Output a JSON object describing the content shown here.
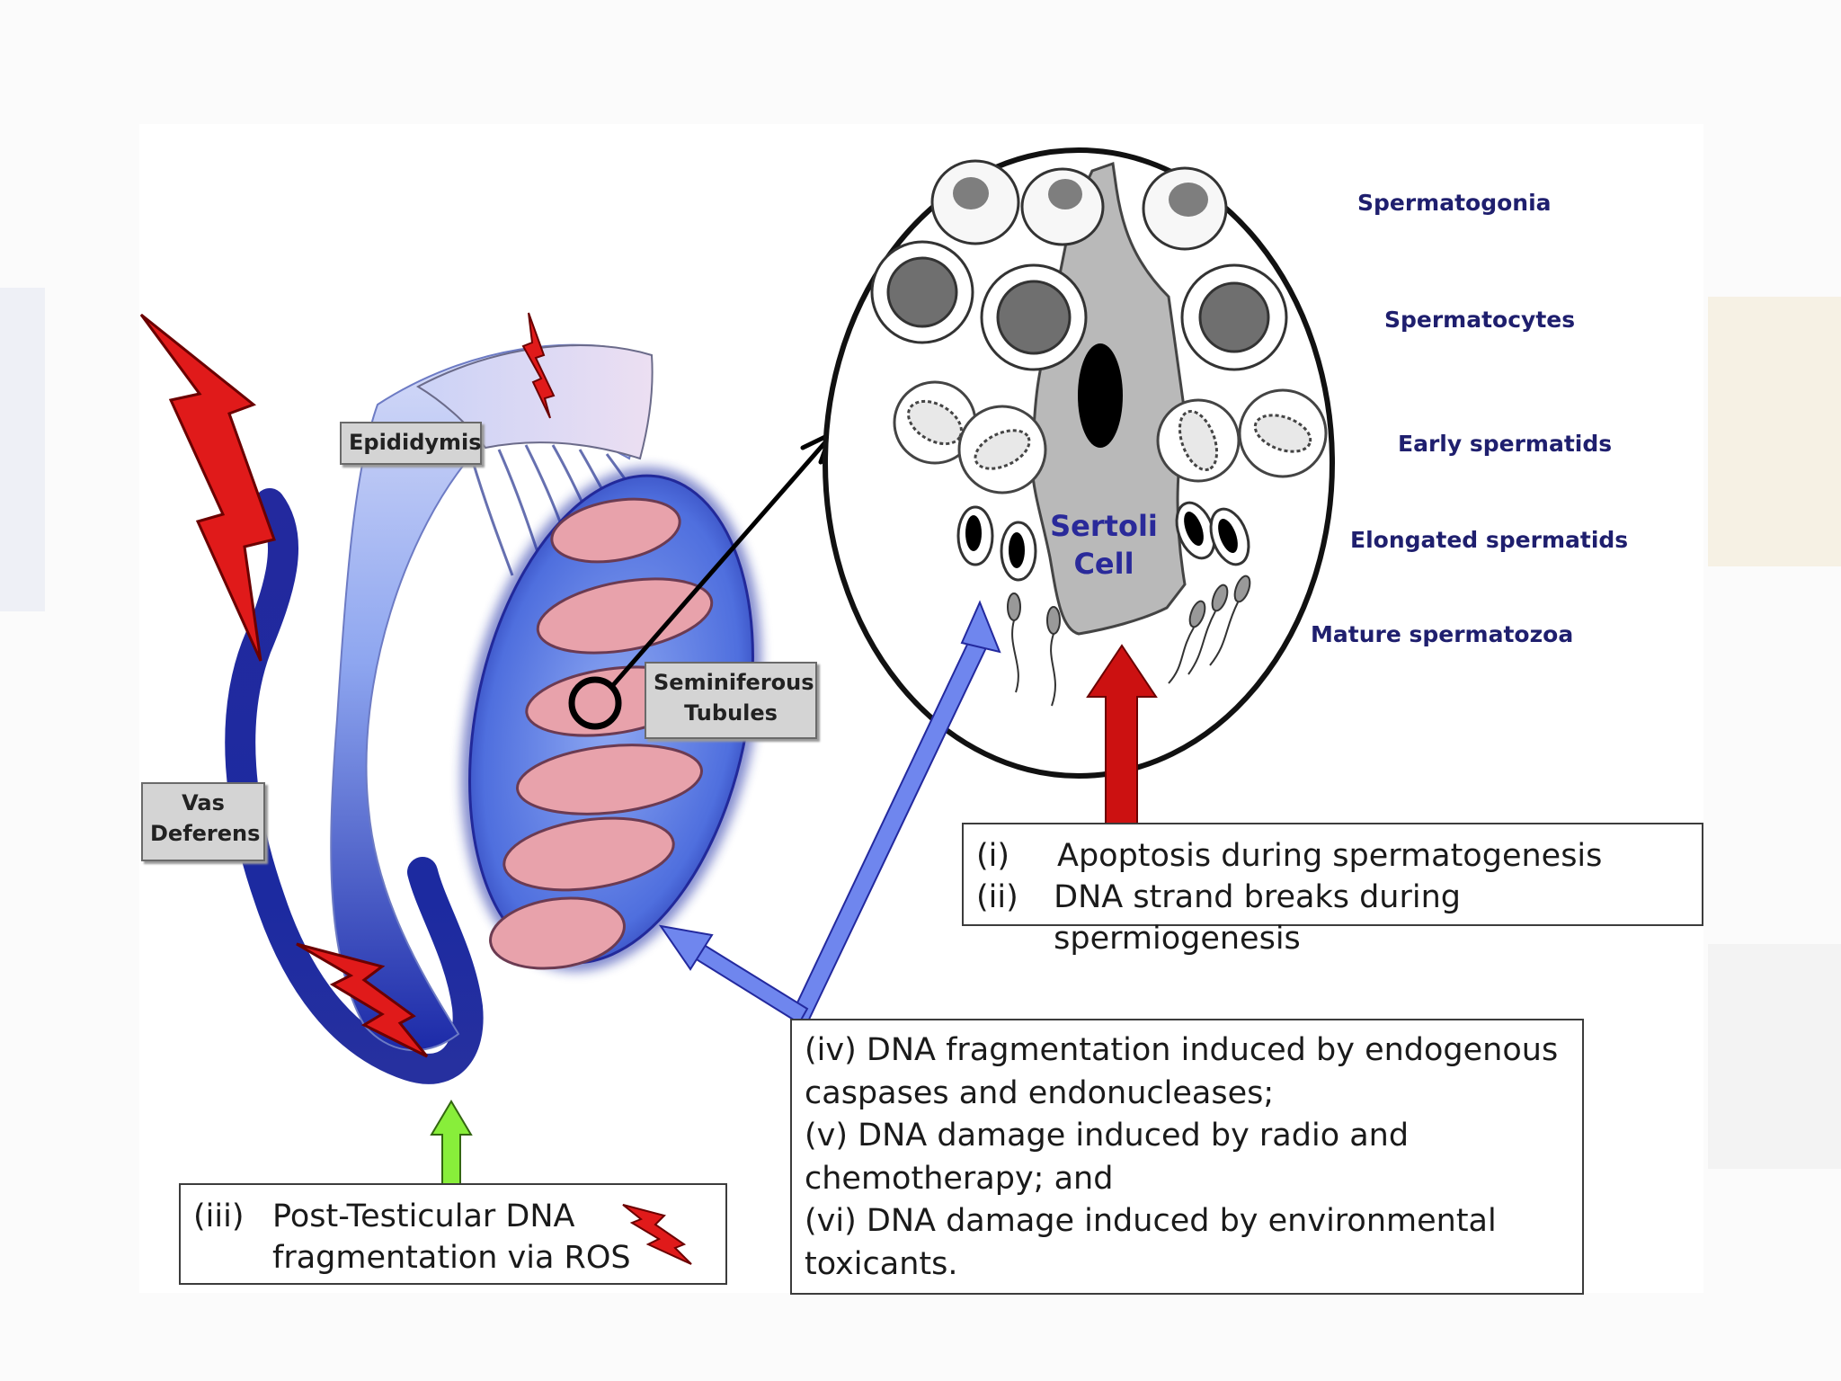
{
  "labels": {
    "epididymis": "Epididymis",
    "vas_deferens": [
      "Vas",
      "Deferens"
    ],
    "seminiferous_tubules": [
      "Seminiferous",
      "Tubules"
    ],
    "sertoli_cell": [
      "Sertoli",
      "Cell"
    ]
  },
  "cell_stages": [
    "Spermatogonia",
    "Spermatocytes",
    "Early spermatids",
    "Elongated spermatids",
    "Mature spermatozoa"
  ],
  "box_top_right": [
    {
      "num": "(i)",
      "text": "Apoptosis during spermatogenesis"
    },
    {
      "num": "(ii)",
      "text": "DNA strand breaks during spermiogenesis"
    }
  ],
  "box_bottom_left": {
    "num": "(iii)",
    "lines": [
      "Post-Testicular DNA",
      "fragmentation  via ROS"
    ]
  },
  "box_bottom_middle": [
    "(iv) DNA fragmentation induced by endogenous",
    "caspases and endonucleases;",
    "(v) DNA damage induced by radio and",
    "chemotherapy; and",
    "(vi) DNA damage induced by environmental",
    "toxicants."
  ],
  "colors": {
    "blue_dark": "#1c2aa0",
    "blue_light": "#c9d6f7",
    "tubule_pink": "#e8a2ab",
    "bolt_red": "#e01a1a",
    "arrow_red": "#cc1111",
    "arrow_blue": "#6f86ee",
    "arrow_green": "#88ee3a",
    "label_text": "#1f1f6e"
  },
  "icons": [
    "lightning-bolt-icon",
    "up-arrow-icon"
  ]
}
